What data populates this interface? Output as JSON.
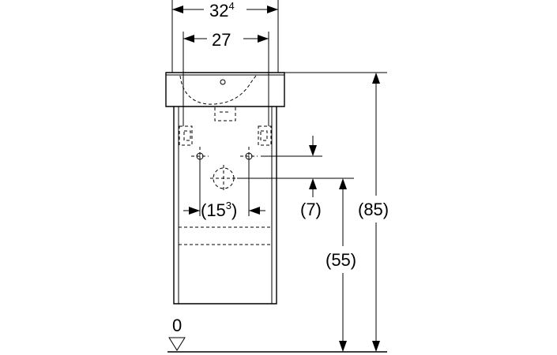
{
  "dimensions": {
    "overall_width": {
      "base": "32",
      "sup": "4"
    },
    "inner_width": "27",
    "drain_spacing": {
      "open": "(15",
      "sup": "3",
      "close": ")"
    },
    "drain_offset": "(7)",
    "drain_height": "(55)",
    "total_height": "(85)",
    "floor_label": "0"
  }
}
